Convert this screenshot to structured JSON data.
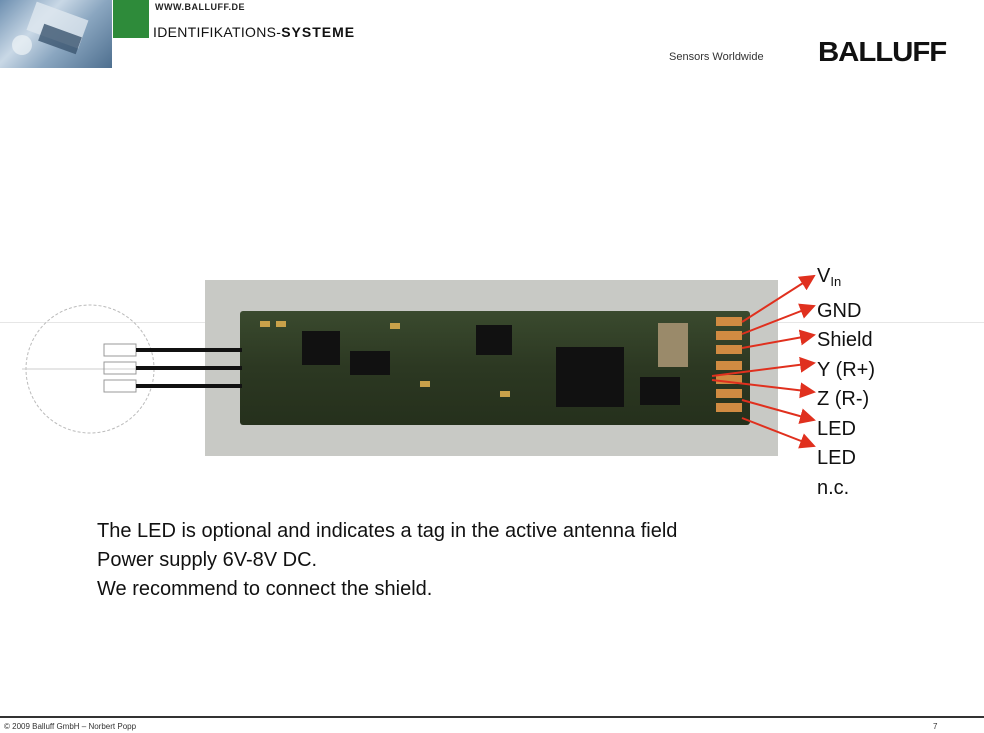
{
  "header": {
    "url": "WWW.BALLUFF.DE",
    "subtitle_prefix": "IDENTIFIKATIONS-",
    "subtitle_bold": "SYSTEME",
    "tagline": "Sensors Worldwide",
    "logo_text": "BALLUFF"
  },
  "pin_labels": [
    {
      "main": "V",
      "sub": "In"
    },
    {
      "main": "GND",
      "sub": ""
    },
    {
      "main": "Shield",
      "sub": ""
    },
    {
      "main": "Y (R+)",
      "sub": ""
    },
    {
      "main": "Z (R-)",
      "sub": ""
    },
    {
      "main": "LED",
      "sub": ""
    },
    {
      "main": "LED",
      "sub": ""
    },
    {
      "main": "n.c.",
      "sub": ""
    }
  ],
  "body_text": {
    "line1": "The LED is optional and indicates a tag in the active antenna field",
    "line2": "Power supply 6V-8V DC.",
    "line3": "We recommend to connect the shield."
  },
  "footer": {
    "copyright": "© 2009  Balluff GmbH  – Norbert Popp",
    "page_number": "7"
  },
  "colors": {
    "accent_green": "#2e8b3a",
    "arrow_red": "#e0301e"
  }
}
